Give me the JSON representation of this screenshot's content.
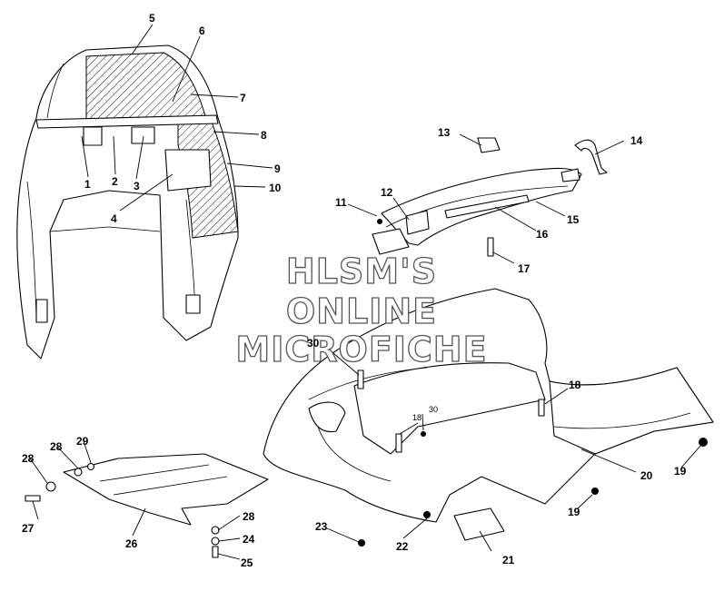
{
  "watermark": {
    "line1": "HLSM'S",
    "line2": "ONLINE",
    "line3": "MICROFICHE"
  },
  "callouts": {
    "c1": "1",
    "c2": "2",
    "c3": "3",
    "c4": "4",
    "c5": "5",
    "c6": "6",
    "c7": "7",
    "c8": "8",
    "c9": "9",
    "c10": "10",
    "c11": "11",
    "c12": "12",
    "c13": "13",
    "c14": "14",
    "c15": "15",
    "c16": "16",
    "c17": "17",
    "c18": "18",
    "c18b": "18",
    "c19": "19",
    "c19b": "19",
    "c20": "20",
    "c21": "21",
    "c22": "22",
    "c23": "23",
    "c24": "24",
    "c25": "25",
    "c26": "26",
    "c27": "27",
    "c28": "28",
    "c28b": "28",
    "c29": "29",
    "c30": "30",
    "c30b": "30"
  }
}
